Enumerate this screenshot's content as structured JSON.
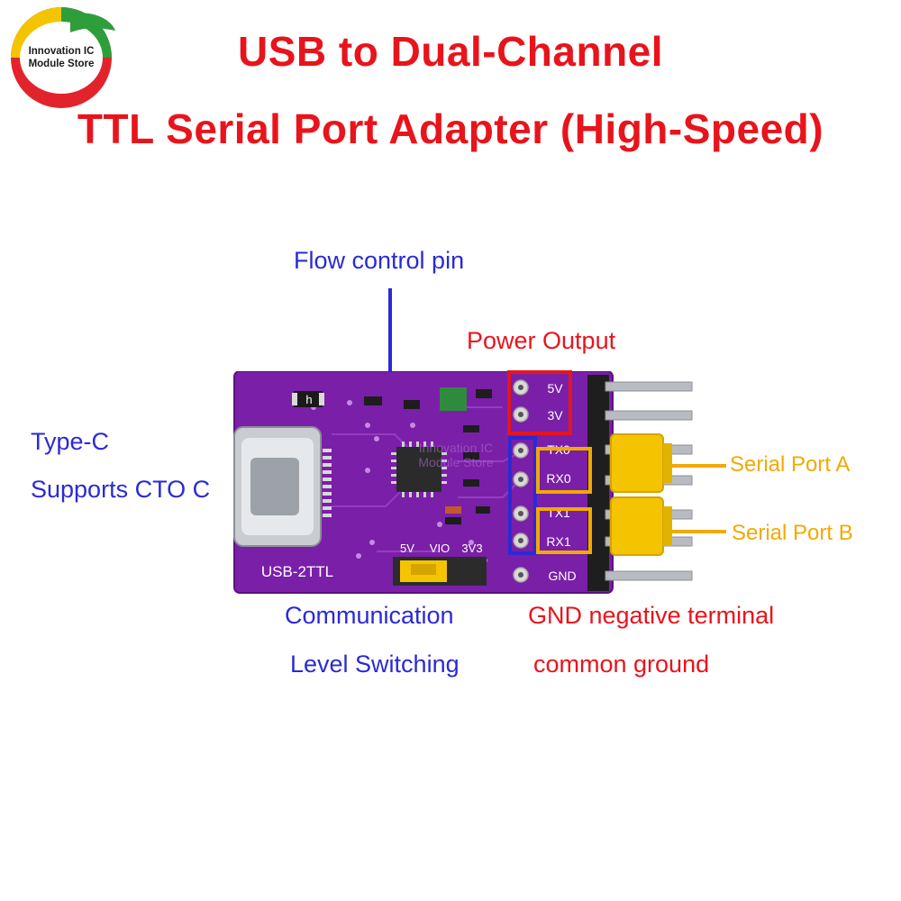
{
  "logo": {
    "line1": "Innovation IC",
    "line2": "Module Store",
    "colors": {
      "green": "#2e9e3a",
      "red": "#e3232b",
      "yellow": "#f3c500"
    }
  },
  "title": {
    "line1": "USB to Dual-Channel",
    "line2": "TTL Serial Port Adapter (High-Speed)"
  },
  "labels": {
    "flow_control": "Flow control pin",
    "power_output": "Power Output",
    "type_c": "Type-C",
    "supports": "Supports CTO C",
    "serial_a": "Serial Port A",
    "serial_b": "Serial Port B",
    "comm_line1": "Communication",
    "comm_line2": "Level Switching",
    "gnd_line1": "GND negative terminal",
    "gnd_line2": "common ground"
  },
  "board": {
    "name": "USB-2TTL",
    "jumper_labels": [
      "5V",
      "VIO",
      "3V3"
    ],
    "pins": [
      "5V",
      "3V",
      "TX0",
      "RX0",
      "TX1",
      "RX1",
      "GND"
    ],
    "jumper_pin_label": "h",
    "watermark": [
      "Innovation IC",
      "Module Store"
    ]
  },
  "colors": {
    "board": "#7a1fa8",
    "blue_label": "#2a2ad6",
    "red_label": "#e8141c",
    "orange": "#f2a900",
    "jumper": "#f5c400"
  }
}
